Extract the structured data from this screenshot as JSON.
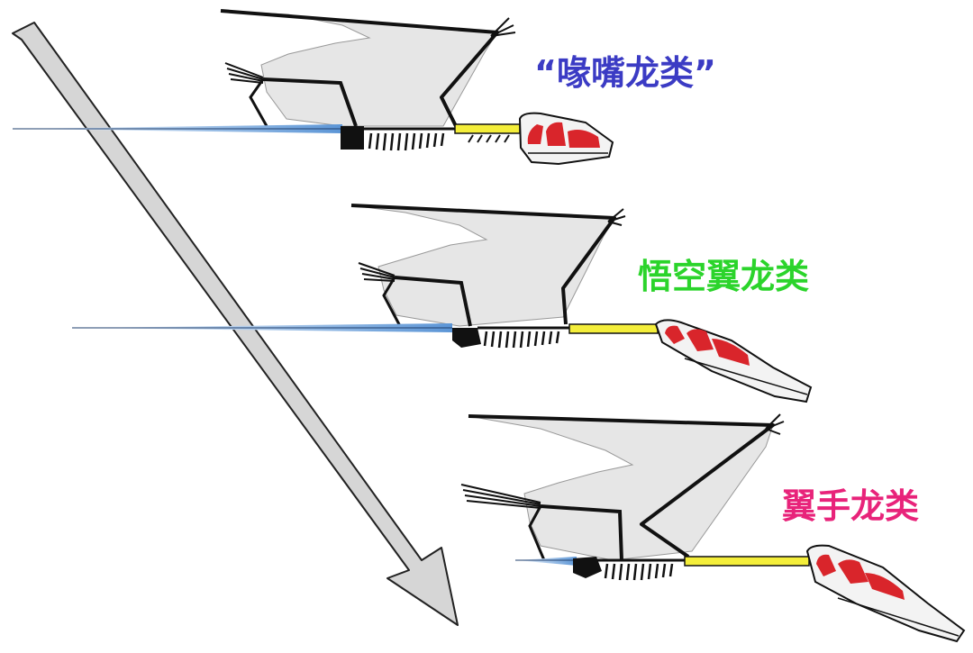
{
  "labels": {
    "rhamphorhynchoids": "“喙嘴龙类”",
    "wukongopterids": "悟空翼龙类",
    "pterodactyloids": "翼手龙类"
  },
  "colors": {
    "rhamphorhynchoids_label": "#3b3bc4",
    "wukongopterids_label": "#2bd42b",
    "pterodactyloids_label": "#e8237a",
    "tail": "#5b95d6",
    "neck": "#f4ee3a",
    "skull_openings": "#d9252b",
    "wing_membrane": "#e6e6e6",
    "arrow_fill": "#d6d6d6"
  }
}
